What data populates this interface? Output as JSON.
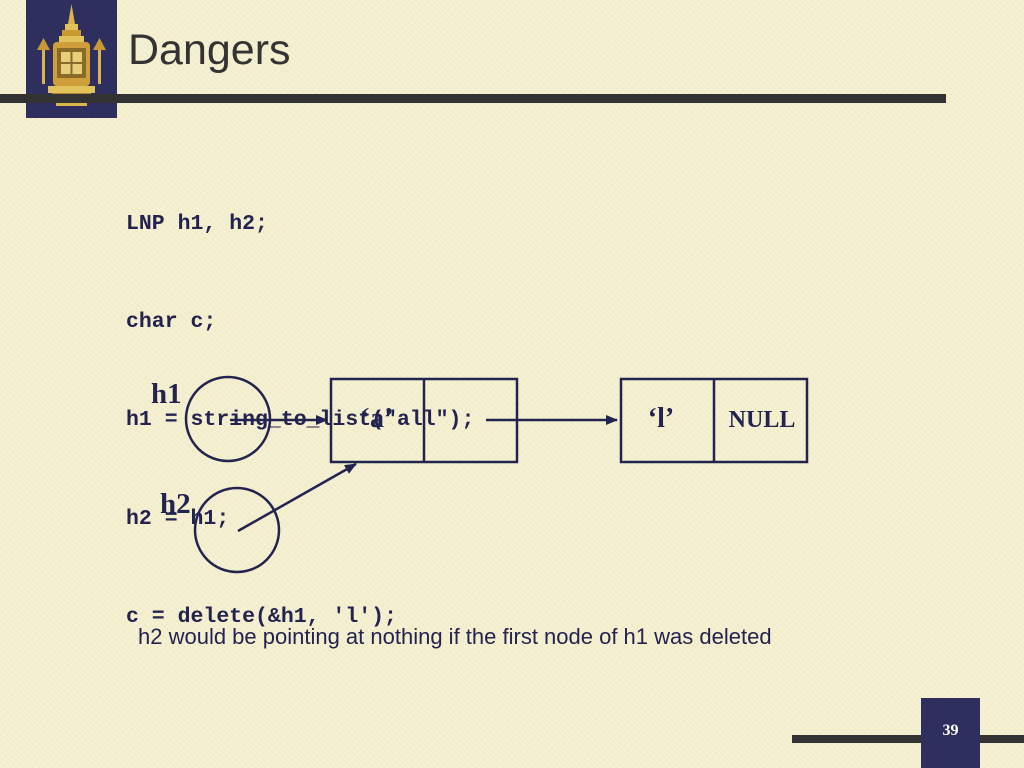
{
  "slide": {
    "title": "Dangers",
    "page_number": "39",
    "caption": "h2 would be pointing at nothing if the first node of h1 was deleted"
  },
  "code": [
    "LNP h1, h2;",
    "char c;",
    "h1 = string_to_list(\"all\");",
    "h2 = h1;",
    "c = delete(&h1, 'l');"
  ],
  "diagram": {
    "pointers": [
      "h1",
      "h2"
    ],
    "nodes": [
      {
        "data": "‘a’",
        "next": ""
      },
      {
        "data": "‘l’",
        "next": "NULL"
      }
    ]
  },
  "colors": {
    "background": "#f4efcf",
    "accent_navy": "#2f2f5f",
    "bar_dark": "#333333",
    "text_navy": "#23234f"
  },
  "icons": {
    "logo": "royal-crest-logo-icon"
  }
}
